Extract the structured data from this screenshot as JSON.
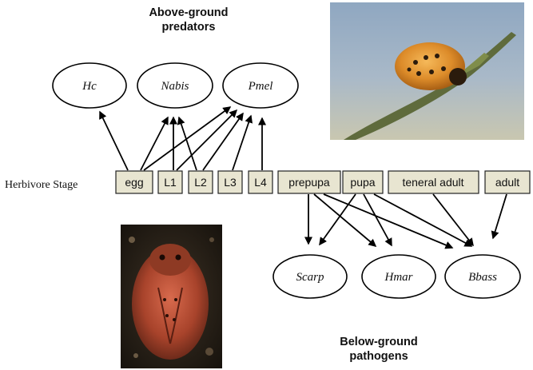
{
  "headings": {
    "above": [
      "Above-ground",
      "predators"
    ],
    "below": [
      "Below-ground",
      "pathogens"
    ]
  },
  "stage_label": "Herbivore Stage",
  "predators": [
    {
      "id": "hc",
      "label": "Hc"
    },
    {
      "id": "nabis",
      "label": "Nabis"
    },
    {
      "id": "pmel",
      "label": "Pmel"
    }
  ],
  "pathogens": [
    {
      "id": "scarp",
      "label": "Scarp"
    },
    {
      "id": "hmar",
      "label": "Hmar"
    },
    {
      "id": "bbass",
      "label": "Bbass"
    }
  ],
  "stages": [
    {
      "id": "egg",
      "label": "egg"
    },
    {
      "id": "l1",
      "label": "L1"
    },
    {
      "id": "l2",
      "label": "L2"
    },
    {
      "id": "l3",
      "label": "L3"
    },
    {
      "id": "l4",
      "label": "L4"
    },
    {
      "id": "prepupa",
      "label": "prepupa"
    },
    {
      "id": "pupa",
      "label": "pupa"
    },
    {
      "id": "teneral-adult",
      "label": "teneral adult"
    },
    {
      "id": "adult",
      "label": "adult"
    }
  ],
  "edges": [
    {
      "from": "egg",
      "to": "hc"
    },
    {
      "from": "egg",
      "to": "nabis"
    },
    {
      "from": "egg",
      "to": "pmel"
    },
    {
      "from": "l1",
      "to": "nabis"
    },
    {
      "from": "l1",
      "to": "pmel"
    },
    {
      "from": "l2",
      "to": "nabis"
    },
    {
      "from": "l2",
      "to": "pmel"
    },
    {
      "from": "l3",
      "to": "pmel"
    },
    {
      "from": "l4",
      "to": "pmel"
    },
    {
      "from": "prepupa",
      "to": "scarp"
    },
    {
      "from": "prepupa",
      "to": "hmar"
    },
    {
      "from": "prepupa",
      "to": "bbass"
    },
    {
      "from": "pupa",
      "to": "scarp"
    },
    {
      "from": "pupa",
      "to": "hmar"
    },
    {
      "from": "pupa",
      "to": "bbass"
    },
    {
      "from": "teneral-adult",
      "to": "bbass"
    },
    {
      "from": "adult",
      "to": "bbass"
    }
  ],
  "photos": {
    "larva": "larva-on-leaf-photo",
    "pupa": "pupa-photo"
  }
}
